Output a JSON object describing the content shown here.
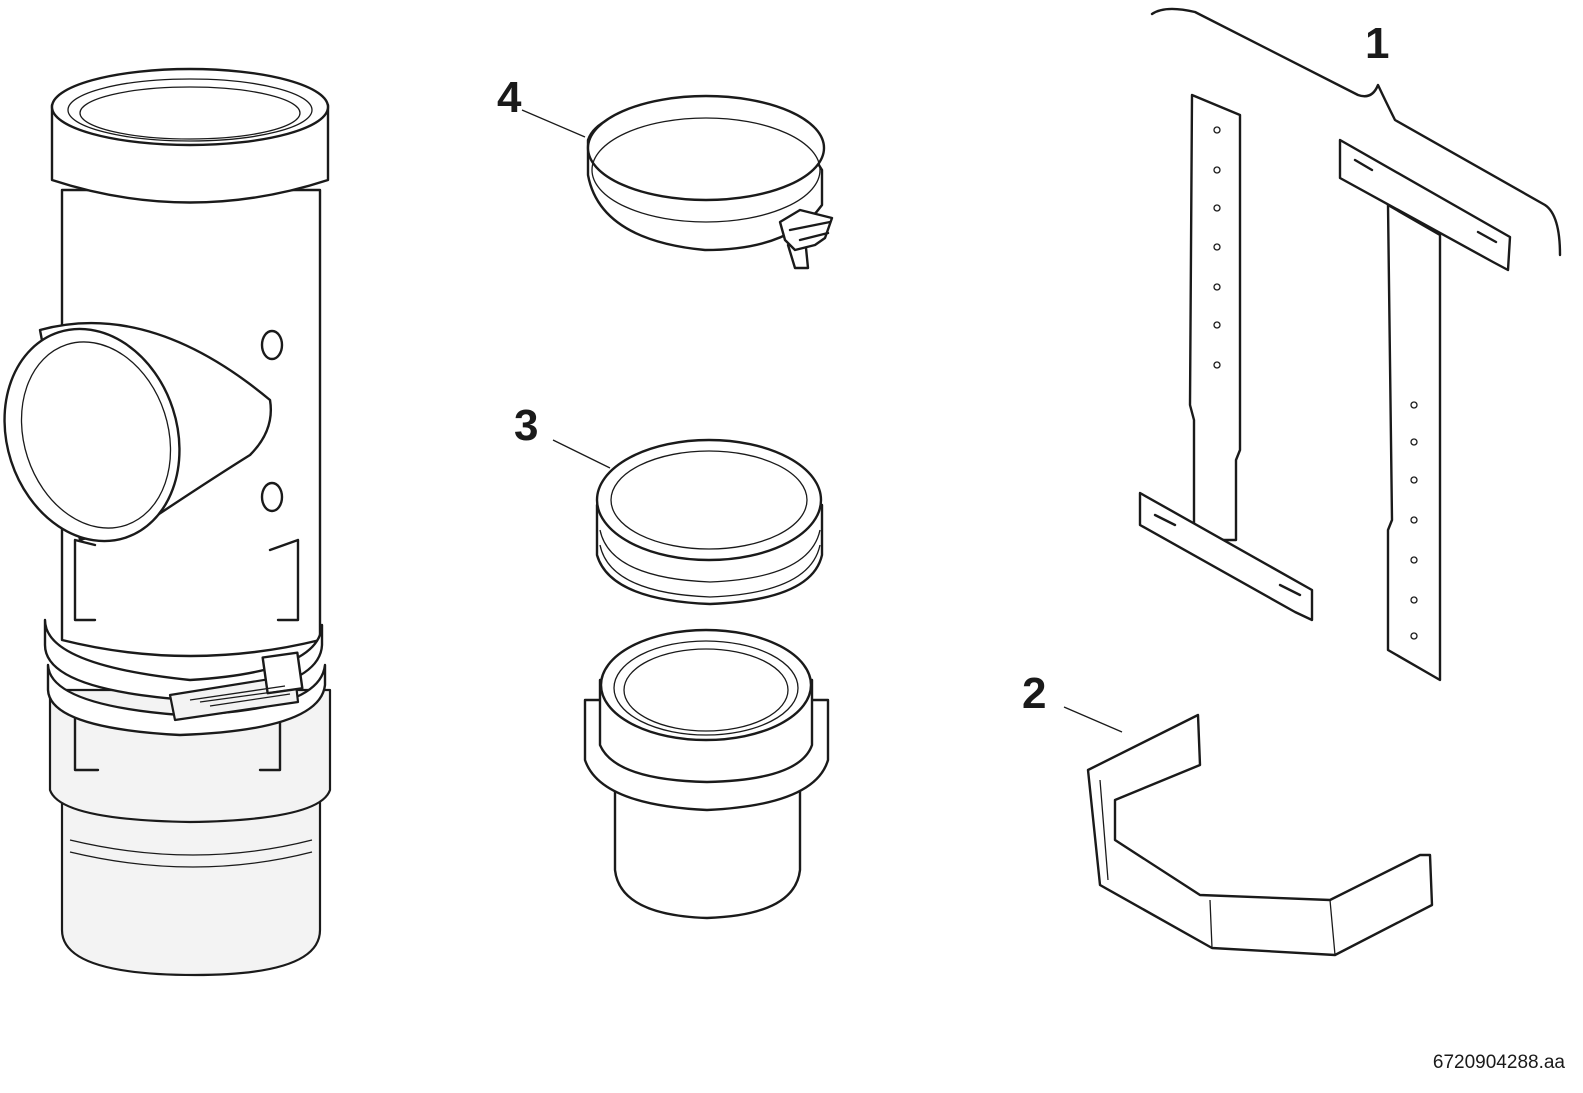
{
  "figure": {
    "callouts": [
      {
        "id": "1",
        "label": "1"
      },
      {
        "id": "2",
        "label": "2"
      },
      {
        "id": "3",
        "label": "3"
      },
      {
        "id": "4",
        "label": "4"
      }
    ],
    "document_code": "6720904288.aa"
  }
}
